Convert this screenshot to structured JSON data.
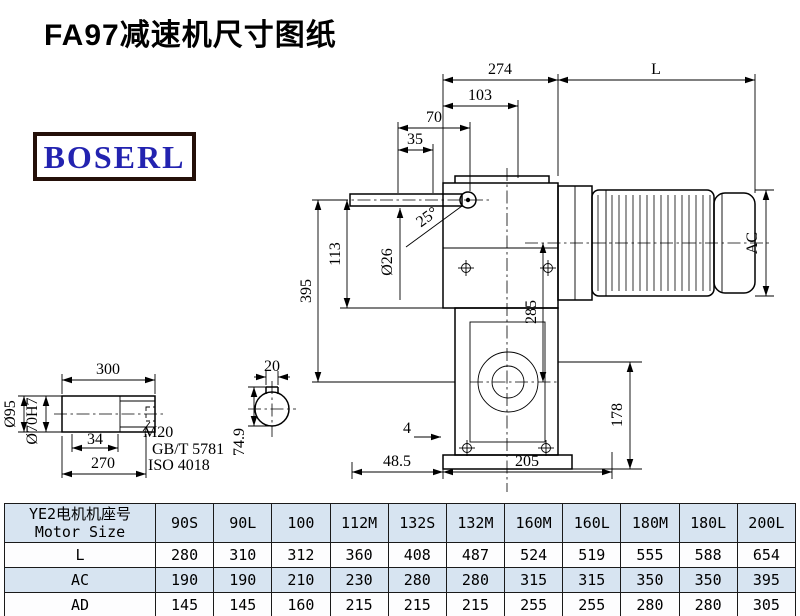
{
  "title": "FA97减速机尺寸图纸",
  "logo": "BOSERL",
  "drawing": {
    "dims": {
      "d274": "274",
      "dL": "L",
      "d103": "103",
      "d70": "70",
      "d35": "35",
      "a25": "25°",
      "dia26": "Ø26",
      "d395": "395",
      "d113": "113",
      "d285": "285",
      "dAC": "AC",
      "d178": "178",
      "d4": "4",
      "d48_5": "48.5",
      "d205": "205",
      "d300": "300",
      "d34": "34",
      "d270": "270",
      "dia95": "Ø95",
      "dia70": "Ø70H7",
      "m20": "M20",
      "gbt": "GB/T 5781",
      "iso": "ISO 4018",
      "d20": "20",
      "d74_9": "74.9"
    }
  },
  "table": {
    "header_line1": "YE2电机机座号",
    "header_line2": "Motor Size",
    "columns": [
      "90S",
      "90L",
      "100",
      "112M",
      "132S",
      "132M",
      "160M",
      "160L",
      "180M",
      "180L",
      "200L"
    ],
    "rows": [
      {
        "label": "L",
        "values": [
          "280",
          "310",
          "312",
          "360",
          "408",
          "487",
          "524",
          "519",
          "555",
          "588",
          "654"
        ]
      },
      {
        "label": "AC",
        "values": [
          "190",
          "190",
          "210",
          "230",
          "280",
          "280",
          "315",
          "315",
          "350",
          "350",
          "395"
        ]
      },
      {
        "label": "AD",
        "values": [
          "145",
          "145",
          "160",
          "215",
          "215",
          "215",
          "255",
          "255",
          "280",
          "280",
          "305"
        ]
      }
    ]
  },
  "colors": {
    "table_blue": "#d7e4f1",
    "logo_blue": "#2323b0"
  }
}
